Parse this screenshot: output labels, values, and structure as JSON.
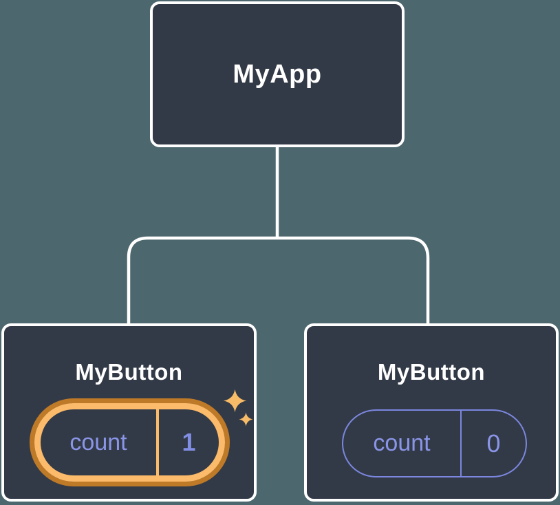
{
  "diagram": {
    "type": "component-tree",
    "root": {
      "label": "MyApp"
    },
    "children": [
      {
        "label": "MyButton",
        "state": {
          "name": "count",
          "value": "1"
        },
        "highlighted": true,
        "icon": "sparkles-icon"
      },
      {
        "label": "MyButton",
        "state": {
          "name": "count",
          "value": "0"
        },
        "highlighted": false
      }
    ]
  },
  "colors": {
    "background": "#4D676E",
    "node_fill": "#333A47",
    "node_border": "#FFFFFF",
    "connector": "#FFFFFF",
    "node_text": "#FFFFFF",
    "state_text": "#8A95E8",
    "state_pill_border": "#7B87E0",
    "highlight_ring_inner": "#FCBB6A",
    "highlight_ring_outer": "#BF7A28",
    "sparkle": "#F8BC68"
  }
}
